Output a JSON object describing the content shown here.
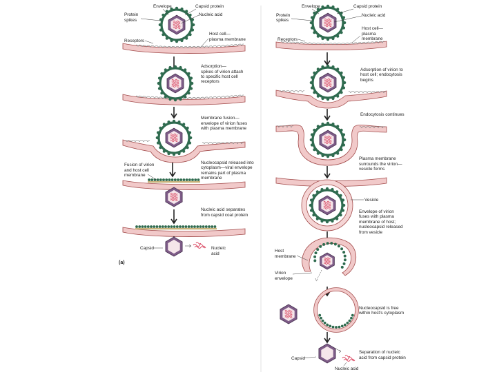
{
  "panel_a": {
    "tag": "(a)",
    "labels": {
      "envelope": "Envelope",
      "capsid_protein": "Capsid protein",
      "protein": "Protein",
      "spikes": "spikes",
      "nucleic_acid": "Nucleic acid",
      "receptors": "Receptors",
      "host_cell_1": "Host cell—",
      "host_cell_2": "plasma membrane",
      "adsorption_1": "Adsorption—",
      "adsorption_2": "spikes of virion attach",
      "adsorption_3": "to specific host cell",
      "adsorption_4": "receptors",
      "fusion_1": "Membrane fusion—",
      "fusion_2": "envelope of virion fuses",
      "fusion_3": "with plasma membrane",
      "fusion_virion_1": "Fusion of virion",
      "fusion_virion_2": "and host cell",
      "fusion_virion_3": "membrane",
      "released_1": "Nucleocapsid released into",
      "released_2": "cytoplasm—viral envelope",
      "released_3": "remains part of plasma",
      "released_4": "membrane",
      "separates_1": "Nucleic acid separates",
      "separates_2": "from capsid coat protein",
      "capsid": "Capsid",
      "nucleic_1": "Nucleic",
      "nucleic_2": "acid"
    }
  },
  "panel_b": {
    "labels": {
      "envelope": "Envelope",
      "capsid_protein": "Capsid protein",
      "protein": "Protein",
      "spikes": "spikes",
      "nucleic_acid": "Nucleic acid",
      "host_cell_1": "Host cell—",
      "host_cell_2": "plasma",
      "host_cell_3": "membrane",
      "receptors": "Receptors",
      "adsorption_1": "Adsorption of virion to",
      "adsorption_2": "host cell; endocytosis",
      "adsorption_3": "begins",
      "endocytosis": "Endocytosis continues",
      "plasma_1": "Plasma membrane",
      "plasma_2": "surrounds the virion—",
      "plasma_3": "vesicle forms",
      "vesicle": "Vesicle",
      "env_fuses_1": "Envelope of virion",
      "env_fuses_2": "fuses with plasma",
      "env_fuses_3": "membrane of host;",
      "env_fuses_4": "nucleocapsid released",
      "env_fuses_5": "from vesicle",
      "host_membrane_1": "Host",
      "host_membrane_2": "membrane",
      "virion_env_1": "Virion",
      "virion_env_2": "envelope",
      "free_1": "Nucleocapsid is free",
      "free_2": "within host's cytoplasm",
      "separation_1": "Separation of nucleic",
      "separation_2": "acid from capsid protein",
      "capsid": "Capsid",
      "nucleic_acid_bottom": "Nucleic acid"
    }
  },
  "colors": {
    "spike": "#2f6b4f",
    "capsid_fill": "#7e5c88",
    "capsid_inner": "#f5e6ea",
    "nucleic_acid": "#d9455f",
    "membrane_fill": "#f1c9c9",
    "membrane_stroke": "#a24a4a",
    "receptor": "#8a8a8a",
    "vesicle_fill": "#f5d5d5"
  }
}
